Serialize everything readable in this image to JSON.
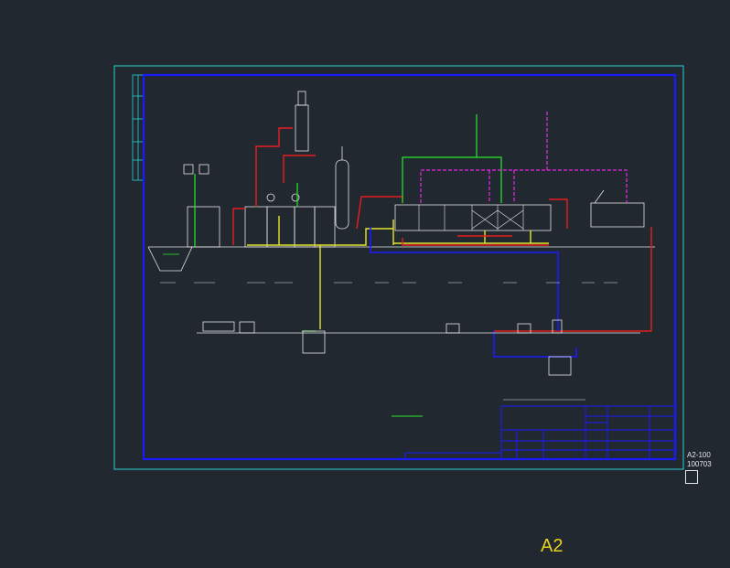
{
  "sheet": {
    "size_label": "A2",
    "code_line1": "A2-100",
    "code_line2": "100703"
  },
  "colors": {
    "background": "#212830",
    "outer_frame": "#2ad4d4",
    "inner_frame": "#1a1aff",
    "water_line": "#2ae82a",
    "sludge_line": "#e81e1e",
    "air_line": "#e6e62a",
    "chemical_line": "#e62ae6",
    "drain_line": "#1a1aff",
    "equipment": "#e6e6e6"
  }
}
